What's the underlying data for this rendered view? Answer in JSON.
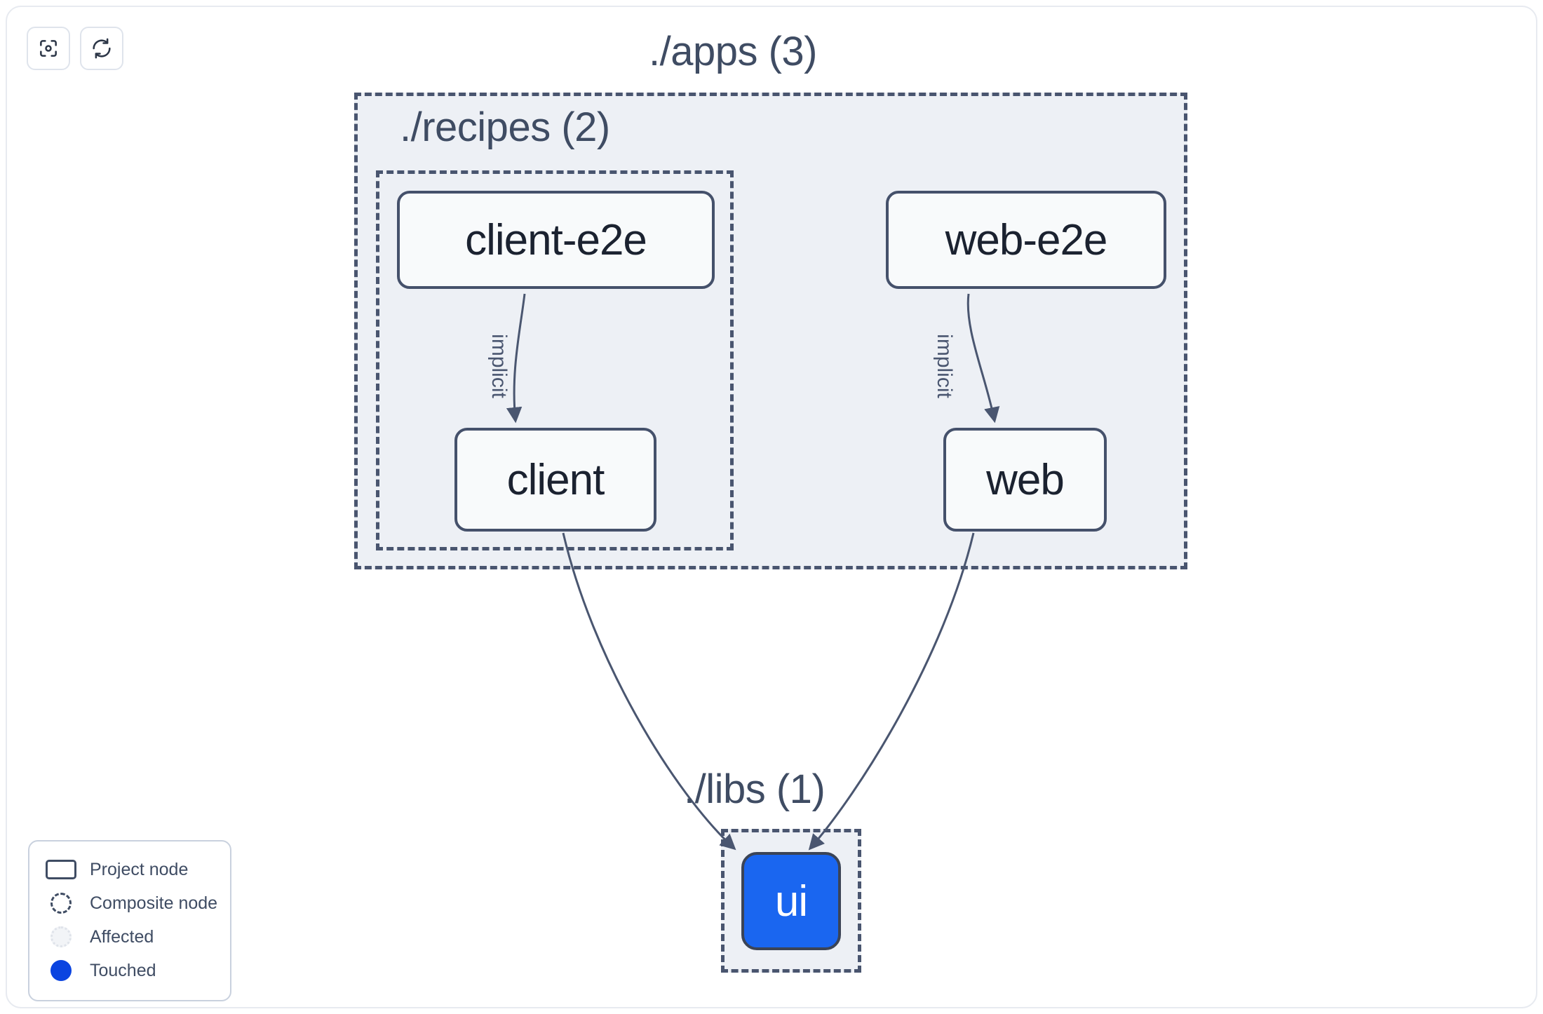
{
  "toolbar": {
    "buttons": [
      {
        "name": "focus-graph-button",
        "icon": "focus-target-icon",
        "title": "Focus graph"
      },
      {
        "name": "refresh-graph-button",
        "icon": "refresh-icon",
        "title": "Refresh graph"
      }
    ]
  },
  "graph": {
    "groups": [
      {
        "id": "apps",
        "label": "./apps (3)",
        "count": 3
      },
      {
        "id": "recipes",
        "label": "./recipes (2)",
        "count": 2
      },
      {
        "id": "libs",
        "label": "./libs (1)",
        "count": 1
      }
    ],
    "nodes": [
      {
        "id": "client-e2e",
        "label": "client-e2e",
        "group": "recipes",
        "state": "project"
      },
      {
        "id": "client",
        "label": "client",
        "group": "recipes",
        "state": "project"
      },
      {
        "id": "web-e2e",
        "label": "web-e2e",
        "group": "apps",
        "state": "project"
      },
      {
        "id": "web",
        "label": "web",
        "group": "apps",
        "state": "project"
      },
      {
        "id": "ui",
        "label": "ui",
        "group": "libs",
        "state": "touched"
      }
    ],
    "edges": [
      {
        "from": "client-e2e",
        "to": "client",
        "label": "implicit"
      },
      {
        "from": "web-e2e",
        "to": "web",
        "label": "implicit"
      },
      {
        "from": "client",
        "to": "ui",
        "label": ""
      },
      {
        "from": "web",
        "to": "ui",
        "label": ""
      }
    ]
  },
  "legend": {
    "items": [
      {
        "swatch": "project-node-swatch",
        "label": "Project node"
      },
      {
        "swatch": "composite-node-swatch",
        "label": "Composite node"
      },
      {
        "swatch": "affected-swatch",
        "label": "Affected"
      },
      {
        "swatch": "touched-swatch",
        "label": "Touched"
      }
    ]
  },
  "colors": {
    "touched": "#0b44e0",
    "node_touched_fill": "#1a66f0",
    "group_fill": "#edf0f5",
    "group_border": "#49556f",
    "node_border": "#45516b",
    "edge": "#4a5670",
    "text": "#3f4c63"
  }
}
